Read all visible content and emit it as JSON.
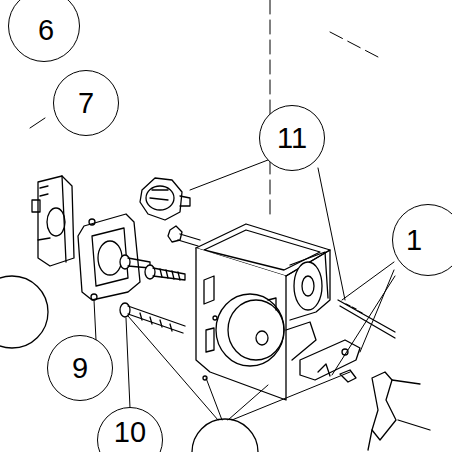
{
  "diagram": {
    "nodes": [
      {
        "text": [
          "6"
        ]
      },
      {
        "text": [
          "7"
        ]
      },
      {
        "text": [
          "11"
        ]
      },
      {
        "text": [
          "1"
        ]
      },
      {
        "text": [
          "9"
        ]
      },
      {
        "text": [
          "10"
        ]
      }
    ]
  }
}
